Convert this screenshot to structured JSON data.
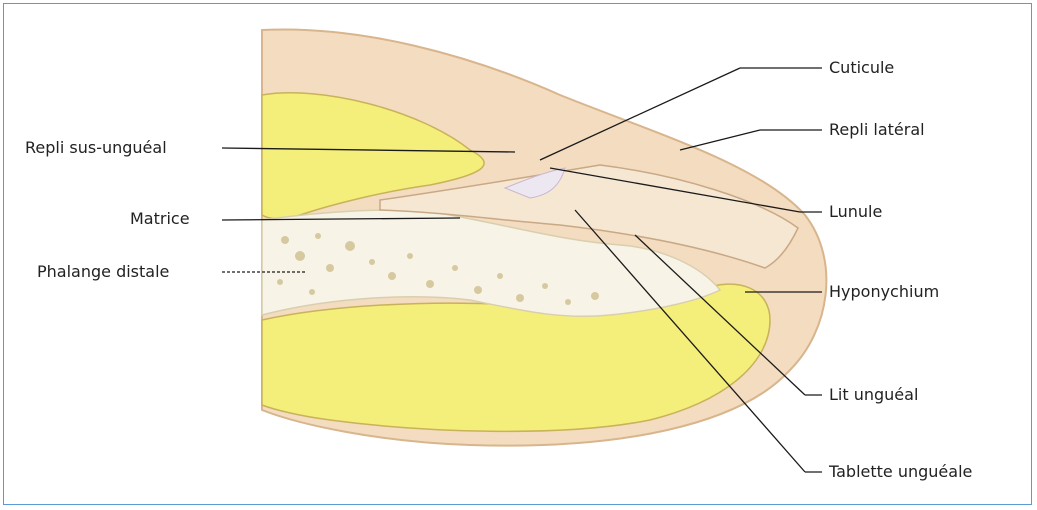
{
  "colors": {
    "frame": "#5b9bd5",
    "skin": "#f3dcc0",
    "skin_edge": "#d8b58c",
    "fat": "#f4ee7a",
    "fat_light": "#faf6c8",
    "bone": "#f7f3e6",
    "nail": "#f6e7d3",
    "leader": "#1a1a1a"
  },
  "labels": {
    "cuticule": "Cuticule",
    "repli_lateral": "Repli latéral",
    "repli_sus_ungueal": "Repli sus-unguéal",
    "lunule": "Lunule",
    "matrice": "Matrice",
    "phalange_distale": "Phalange distale",
    "hyponychium": "Hyponychium",
    "lit_ungueal": "Lit unguéal",
    "tablette_ungueale": "Tablette unguéale"
  }
}
